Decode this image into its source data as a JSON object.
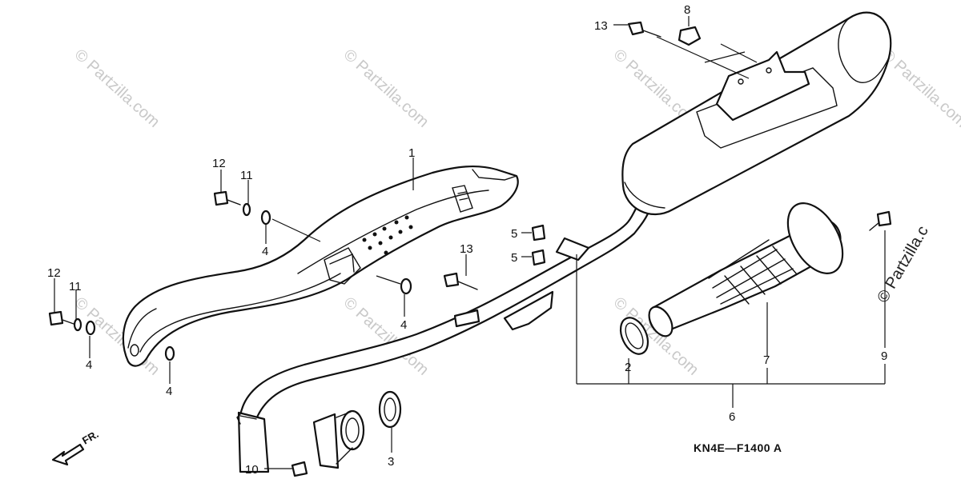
{
  "diagram": {
    "code": "KN4E—F1400 A",
    "direction_label": "FR.",
    "watermark": "© Partzilla.com",
    "side_watermark": "© Partzilla.c",
    "callouts": {
      "c1": "1",
      "c2": "2",
      "c3": "3",
      "c4a": "4",
      "c4b": "4",
      "c4c": "4",
      "c4d": "4",
      "c5a": "5",
      "c5b": "5",
      "c6": "6",
      "c7": "7",
      "c8": "8",
      "c9": "9",
      "c10": "10",
      "c11a": "11",
      "c11b": "11",
      "c12a": "12",
      "c12b": "12",
      "c13a": "13",
      "c13b": "13"
    }
  }
}
